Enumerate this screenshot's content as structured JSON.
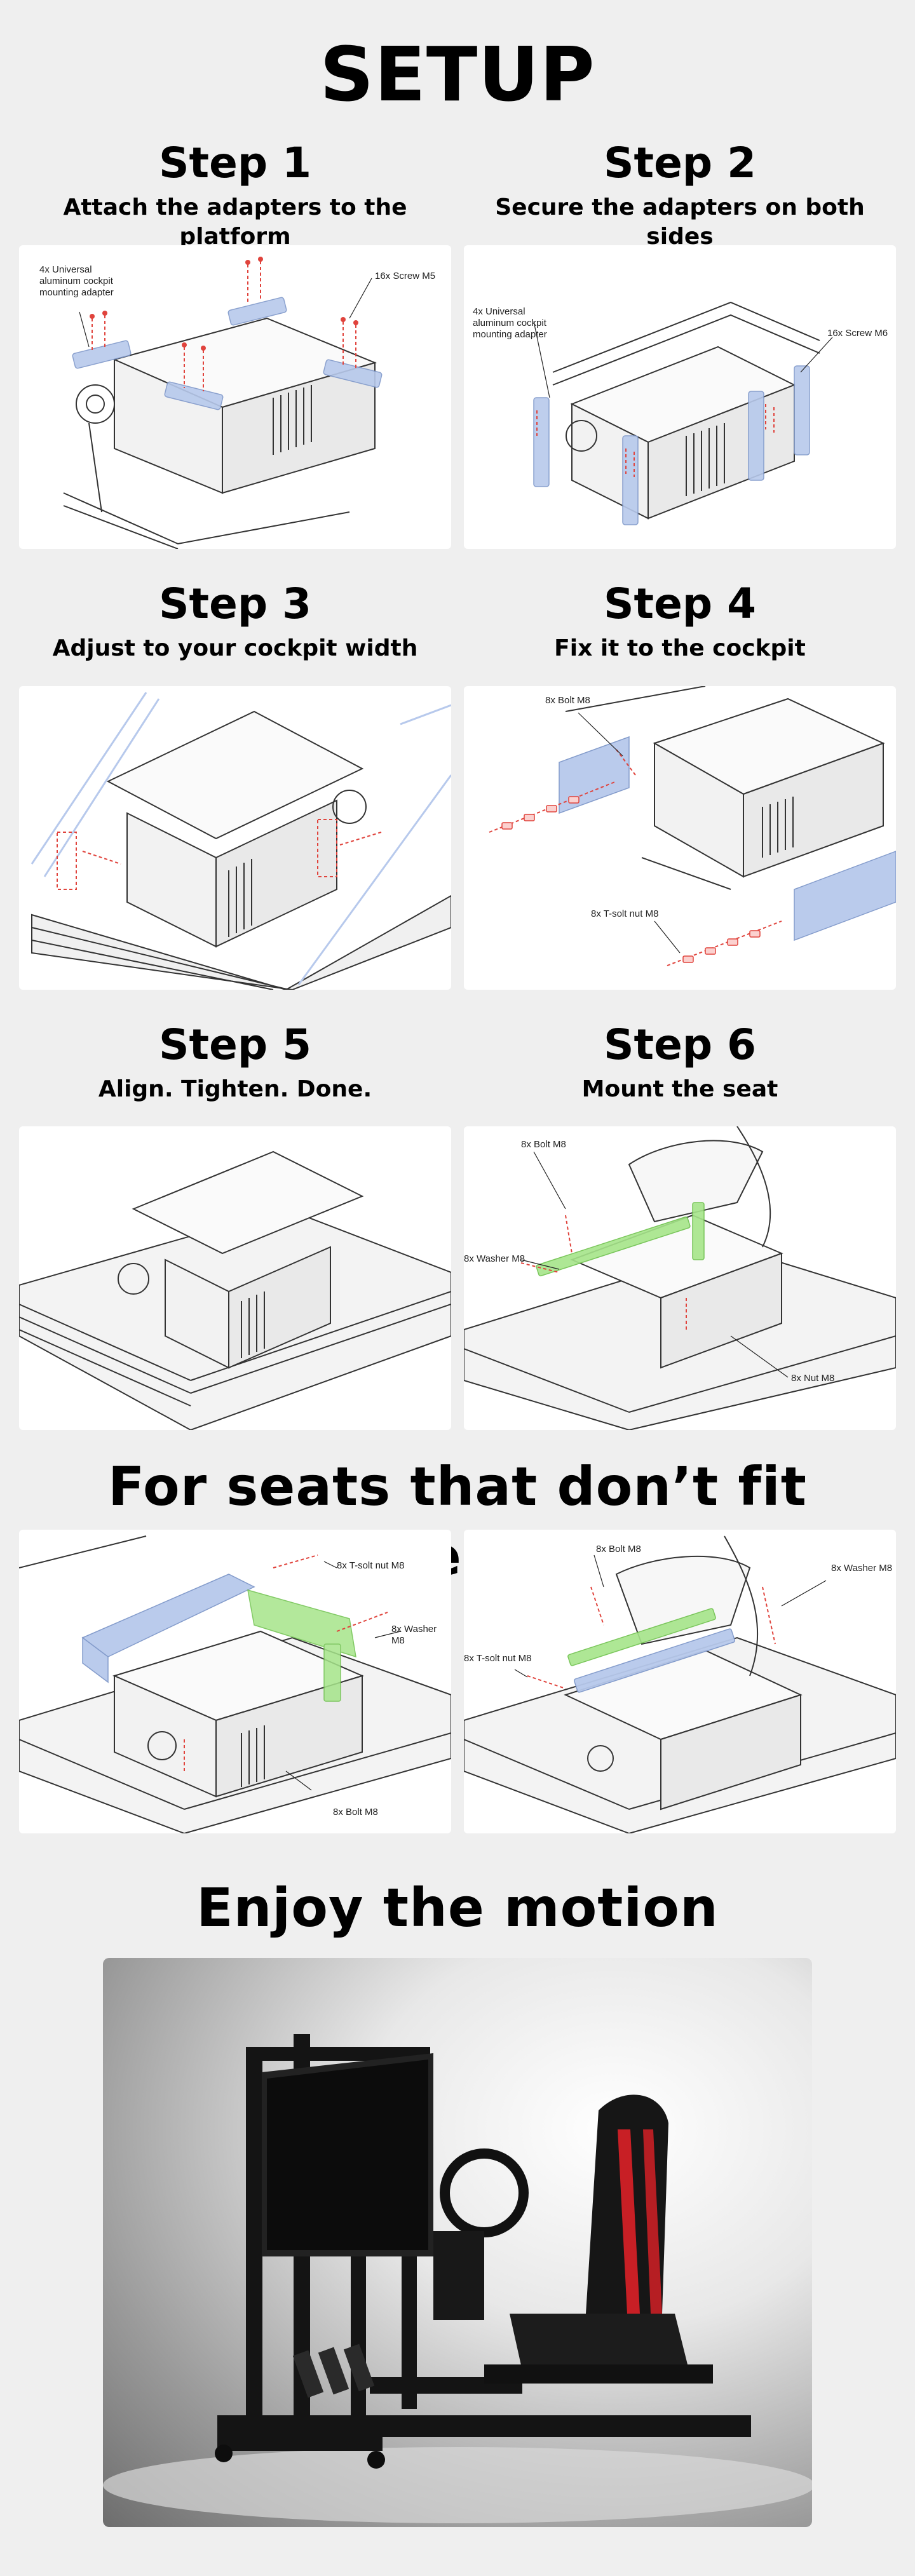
{
  "page": {
    "title": "SETUP",
    "fit_title": "For seats that don’t fit directly",
    "enjoy_title": "Enjoy the motion"
  },
  "colors": {
    "background": "#efefef",
    "panel": "#ffffff",
    "highlight_blue": "#b7c9ec",
    "highlight_red": "#e0433c",
    "highlight_green": "#a6e58a",
    "seat_accent": "#c81f25"
  },
  "steps": [
    {
      "number": "Step 1",
      "description": "Attach the adapters to the platform",
      "callouts": [
        "4x Universal\naluminum cockpit\nmounting adapter",
        "16x Screw M5"
      ]
    },
    {
      "number": "Step 2",
      "description": "Secure the adapters on both sides",
      "callouts": [
        "4x Universal\naluminum cockpit\nmounting adapter",
        "16x Screw M6"
      ]
    },
    {
      "number": "Step 3",
      "description": "Adjust to your cockpit width",
      "callouts": []
    },
    {
      "number": "Step 4",
      "description": "Fix it to the cockpit",
      "callouts": [
        "8x Bolt M8",
        "8x T-solt nut M8"
      ]
    },
    {
      "number": "Step 5",
      "description": "Align. Tighten. Done.",
      "callouts": []
    },
    {
      "number": "Step 6",
      "description": "Mount the seat",
      "callouts": [
        "8x Bolt M8",
        "8x Washer M8",
        "8x Nut M8"
      ]
    }
  ],
  "fit_panels": [
    {
      "callouts": [
        "8x T-solt nut M8",
        "8x Washer M8",
        "8x Bolt M8"
      ]
    },
    {
      "callouts": [
        "8x Bolt M8",
        "8x Washer M8",
        "8x T-solt nut M8"
      ]
    }
  ]
}
